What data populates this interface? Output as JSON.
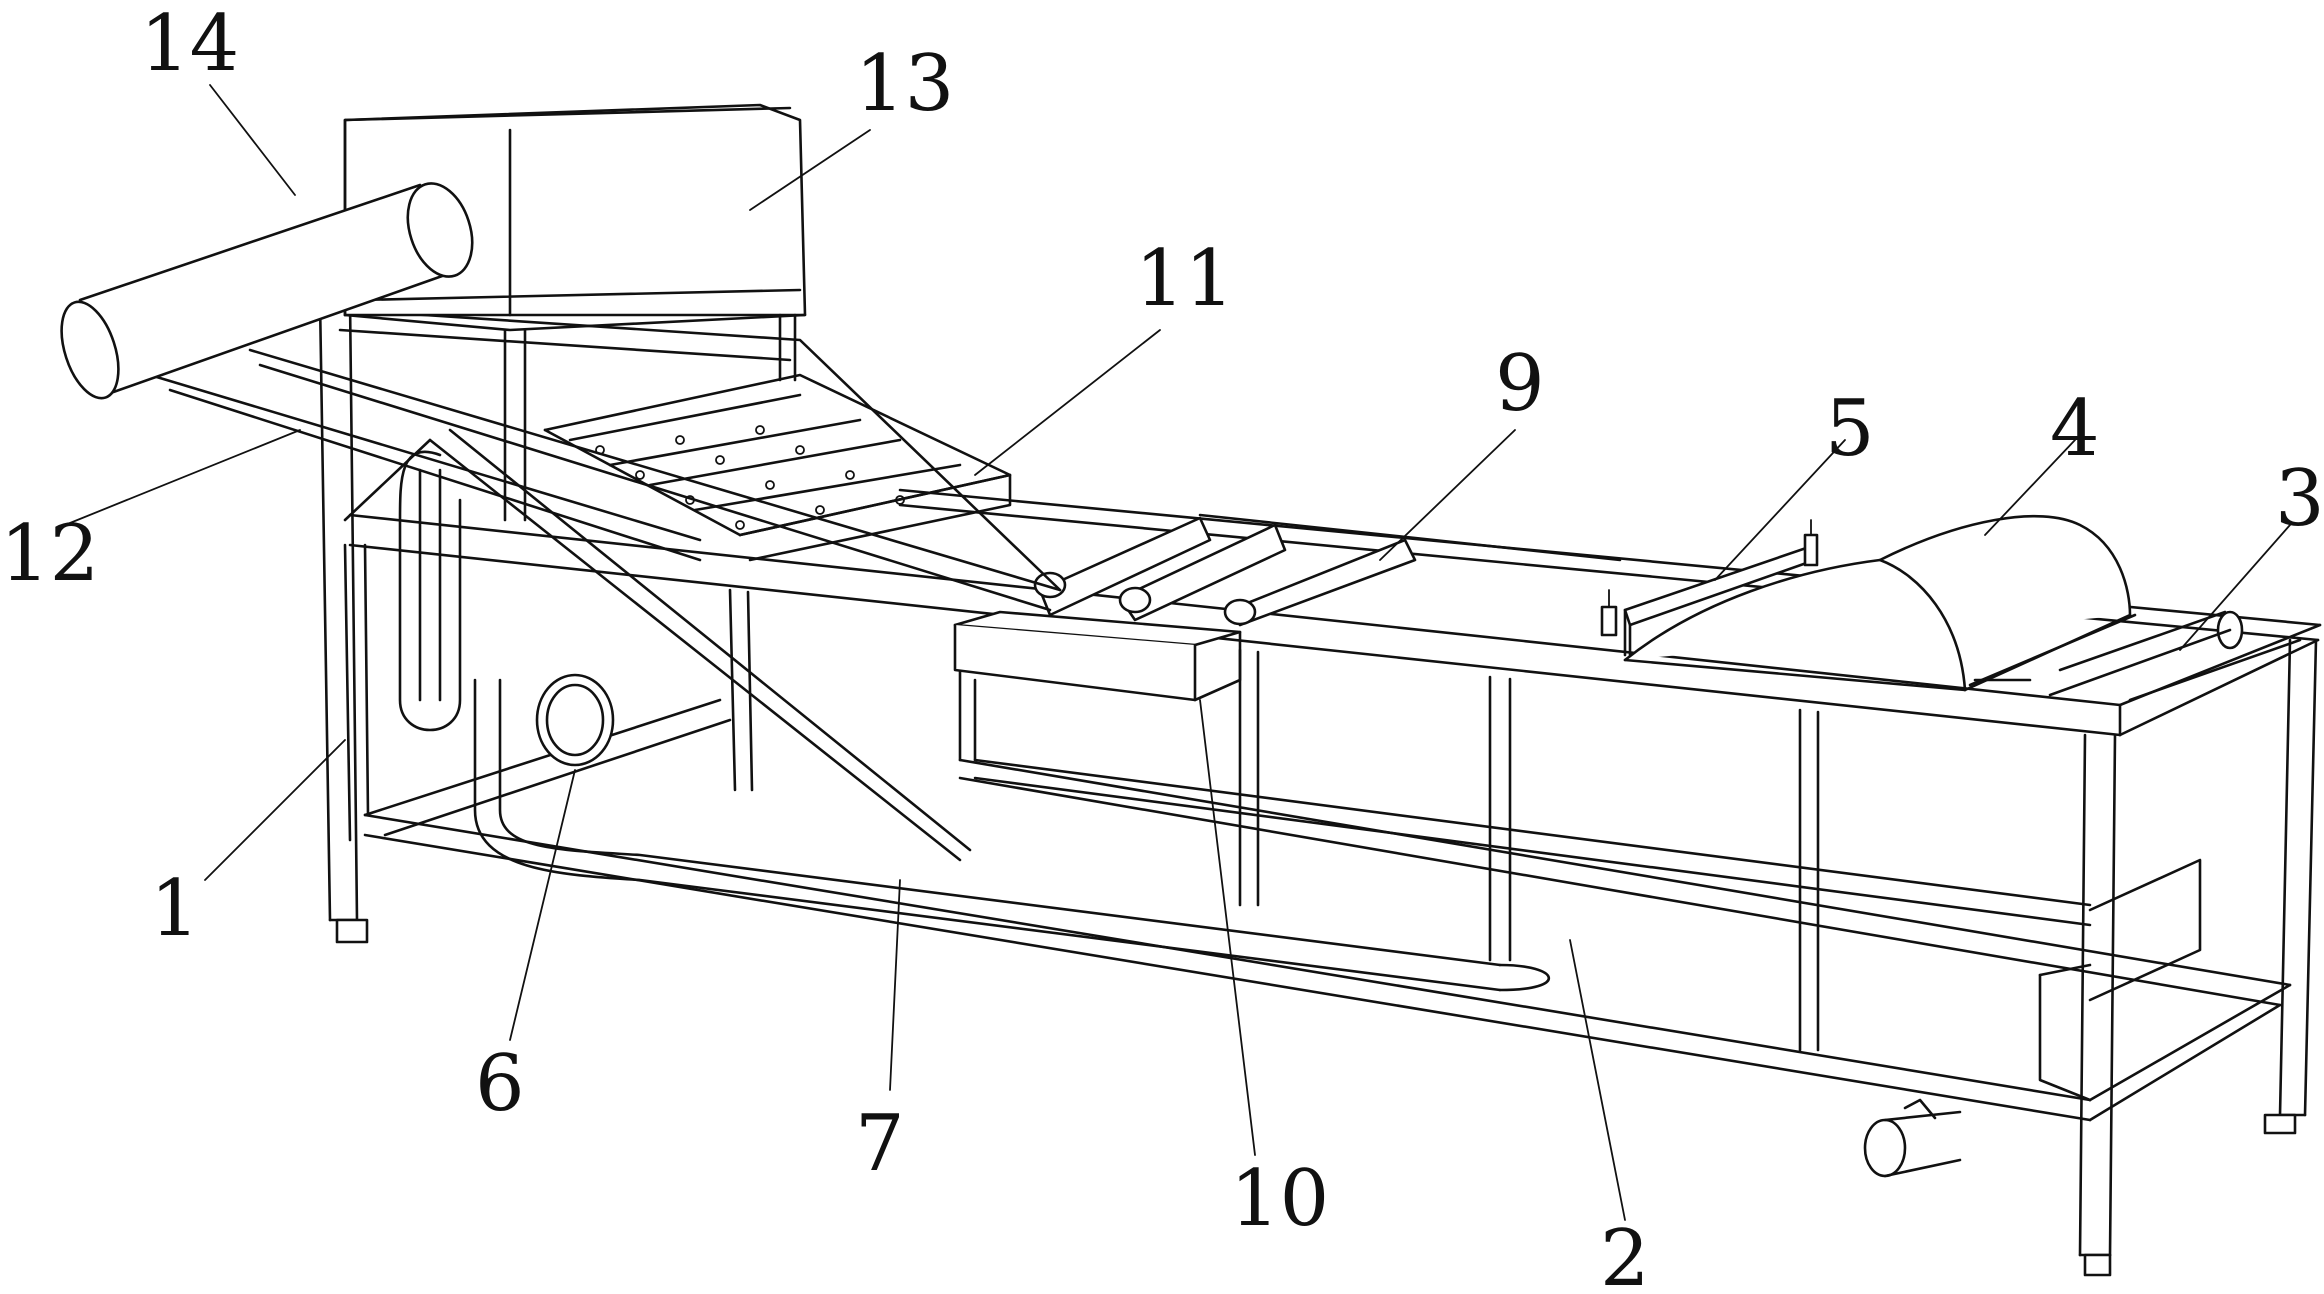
{
  "labels": {
    "l1": "1",
    "l2": "2",
    "l3": "3",
    "l4": "4",
    "l5": "5",
    "l6": "6",
    "l7": "7",
    "l9": "9",
    "l10": "10",
    "l11": "11",
    "l12": "12",
    "l13": "13",
    "l14": "14"
  }
}
